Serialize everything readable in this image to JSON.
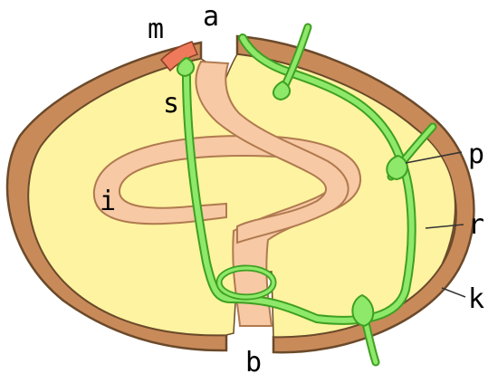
{
  "labels": {
    "m": "m",
    "a": "a",
    "s": "s",
    "i": "i",
    "b": "b",
    "p": "p",
    "r": "r",
    "k": "k"
  },
  "colors": {
    "body_wall": "#c98a5a",
    "body_wall_outline": "#6b4a2a",
    "body_cavity": "#fdf3a0",
    "gut": "#f7c9a4",
    "gut_outline": "#b07a50",
    "nerve": "#8ee86a",
    "nerve_outline": "#3ea021",
    "marker": "#ef7a5b",
    "label_line": "#333333"
  }
}
